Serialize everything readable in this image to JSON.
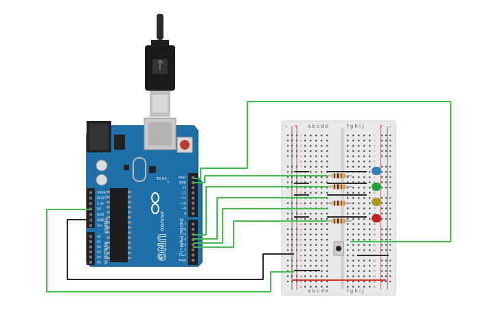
{
  "colors": {
    "board": "#1f6fa8",
    "board_dark": "#185a8a",
    "breadboard": "#e9e9e9",
    "breadboard_mid": "#d2d2d2",
    "header": "#222222",
    "wire_green": "#3fbf4a",
    "wire_black": "#2a2a2a",
    "rail_red": "#d52b2b",
    "resistor": "#d9b98a",
    "led_blue": "#2e7fbf",
    "led_green": "#22a33a",
    "led_yellow": "#b09a1e",
    "led_red": "#c0201f"
  },
  "arduino": {
    "brand": "ARDUINO",
    "model": "UNO",
    "digital_label": "DIGITAL (PWM~)",
    "analog_label": "ANALOG IN",
    "power_label": "POWER",
    "on_label": "ON",
    "led_l": "L",
    "tx": "TX",
    "rx": "RX",
    "power_pins": [
      "IOREF",
      "RESET",
      "3.3V",
      "5V",
      "GND",
      "GND",
      "Vin"
    ],
    "analog_pins": [
      "A0",
      "A1",
      "A2",
      "A3",
      "A4",
      "A5"
    ],
    "top_pins": [
      "AREF",
      "GND",
      "13",
      "12",
      "~11",
      "~10",
      "~9",
      "8"
    ],
    "bottom_pins": [
      "7",
      "~6",
      "~5",
      "4",
      "~3",
      "2",
      "TX▸1",
      "RX◂0"
    ]
  },
  "breadboard": {
    "top_cols_left": "a b c d e",
    "top_cols_right": "f g h i j",
    "rail_minus": "–",
    "rail_plus": "+",
    "rows": [
      "1",
      "2",
      "3",
      "4",
      "5",
      "6",
      "7",
      "8",
      "9",
      "10",
      "11",
      "12",
      "13",
      "14",
      "15",
      "16",
      "17",
      "18",
      "19",
      "20",
      "21",
      "22",
      "23",
      "24",
      "25",
      "26",
      "27",
      "28",
      "29",
      "30"
    ]
  },
  "components": {
    "resistor_count": 4,
    "leds": [
      "blue",
      "green",
      "yellow",
      "red"
    ]
  }
}
